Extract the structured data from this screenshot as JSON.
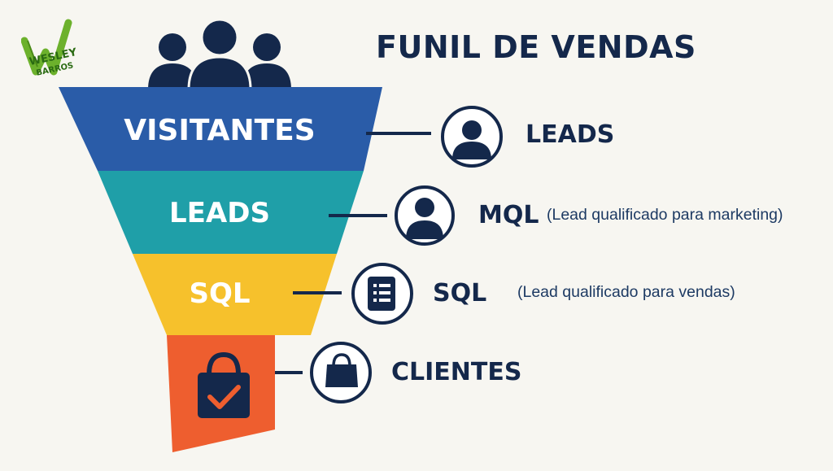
{
  "title": "FUNIL DE VENDAS",
  "logo": {
    "line1": "WESLEY",
    "line2": "BARROS"
  },
  "colors": {
    "navy": "#14284b",
    "visitantes": "#2a5ca8",
    "leads": "#1f9fa8",
    "sql": "#f6c12c",
    "clientes": "#ee5e2f",
    "logo_green": "#6cb12c"
  },
  "funnel": [
    {
      "label": "VISITANTES",
      "icon": ""
    },
    {
      "label": "LEADS",
      "icon": ""
    },
    {
      "label": "SQL",
      "icon": ""
    },
    {
      "label": "",
      "icon": "shopping-bag-check-icon"
    }
  ],
  "stages": [
    {
      "label": "LEADS",
      "description": "",
      "icon": "user-icon"
    },
    {
      "label": "MQL",
      "description": "(Lead qualificado para marketing)",
      "icon": "user-icon"
    },
    {
      "label": "SQL",
      "description": "(Lead qualificado para vendas)",
      "icon": "document-list-icon"
    },
    {
      "label": "CLIENTES",
      "description": "",
      "icon": "shopping-bag-icon"
    }
  ]
}
